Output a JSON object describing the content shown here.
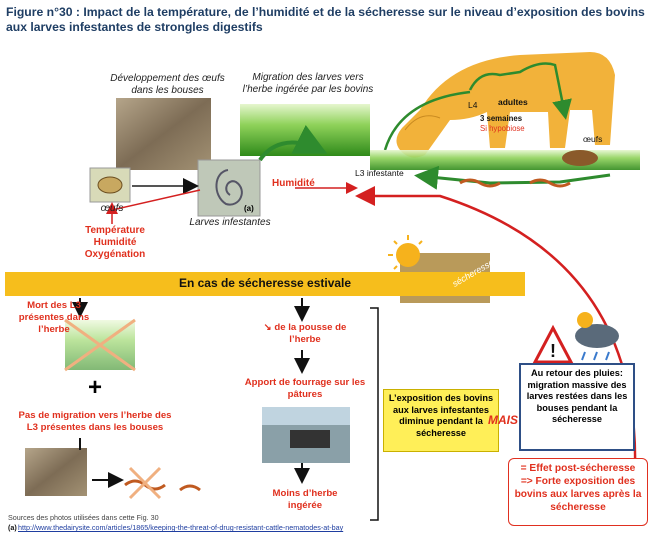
{
  "title": "Figure n°30 : Impact de la température, de l’humidité et de la sécheresse sur le niveau d’exposition des bovins aux larves infestantes de strongles digestifs",
  "top": {
    "dev_oeufs": "Développement des œufs dans les bouses",
    "migration": "Migration des larves vers l’herbe ingérée par les bovins",
    "oeufs_label": "œufs",
    "larves_label": "Larves infestantes",
    "photo_tag": "(a)",
    "factors": [
      "Température",
      "Humidité",
      "Oxygénation"
    ],
    "humidite": "Humidité",
    "l3": "L3 infestante",
    "l4": "L4",
    "adultes": "adultes",
    "semaines": "3 semaines",
    "hypobiose": "Si hypobiose",
    "oeufs_right": "œufs"
  },
  "banner": {
    "label": "En cas de sécheresse estivale",
    "secheresse": "sécheresse"
  },
  "left": {
    "mort": "Mort des L3 présentes dans l’herbe",
    "plus": "+",
    "pas_migration": "Pas de migration vers l’herbe des L3 présentes dans les bouses"
  },
  "middle": {
    "pousse": "↘ de la pousse de l’herbe",
    "apport": "Apport de fourrage sur les pâtures",
    "moins": "Moins d’herbe ingérée"
  },
  "yellow_box": "L’exposition des bovins aux larves infestantes diminue pendant la sécheresse",
  "mais": "MAIS",
  "blue_box": "Au retour des pluies: migration massive des larves restées dans les bouses pendant la sécheresse",
  "red_box": [
    "= Effet post-sécheresse",
    "=> Forte exposition des bovins aux larves après la sécheresse"
  ],
  "sources": "Sources des photos utilisées dans cette Fig. 30",
  "source_a": "(a)",
  "source_url": "http://www.thedairysite.com/articles/1865/keeping-the-threat-of-drug-resistant-cattle-nematodes-at-bay",
  "colors": {
    "banner": "#f6be1c",
    "red_text": "#e0301e",
    "title": "#1f3e64",
    "cow": "#f2b23a",
    "arrow_green": "#2e8b2e"
  }
}
